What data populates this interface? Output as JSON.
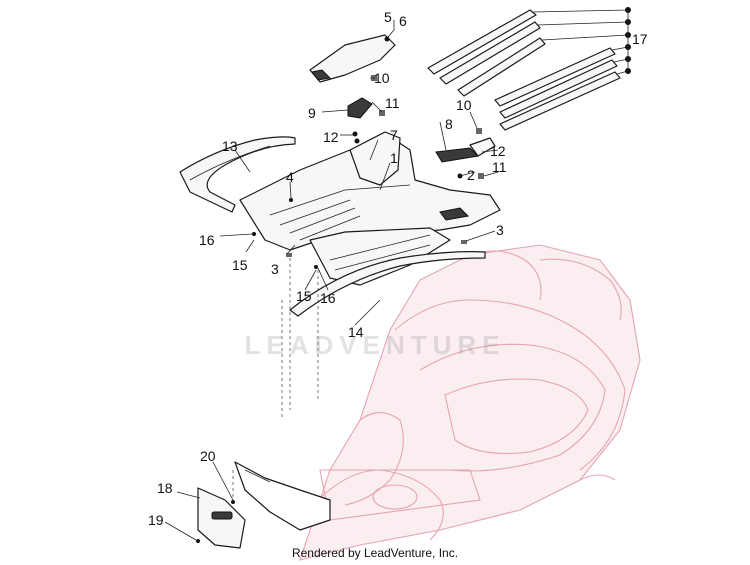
{
  "watermark": "LEADVENTURE",
  "footer": "Rendered by LeadVenture, Inc.",
  "callouts": {
    "c1": "1",
    "c2": "2",
    "c3a": "3",
    "c3b": "3",
    "c4": "4",
    "c5": "5",
    "c6": "6",
    "c7": "7",
    "c8": "8",
    "c9": "9",
    "c10a": "10",
    "c10b": "10",
    "c11a": "11",
    "c11b": "11",
    "c12a": "12",
    "c12b": "12",
    "c13": "13",
    "c14": "14",
    "c15a": "15",
    "c15b": "15",
    "c16a": "16",
    "c16b": "16",
    "c17": "17",
    "c18": "18",
    "c19": "19",
    "c20": "20"
  }
}
